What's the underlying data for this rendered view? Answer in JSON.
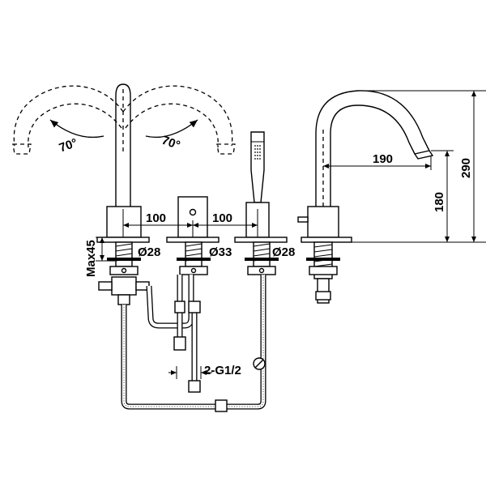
{
  "dimensions": {
    "angle_left": "70°",
    "angle_right": "70°",
    "spacing_left": "100",
    "spacing_right": "100",
    "max_deck": "Max45",
    "hole_left": "Ø28",
    "hole_center": "Ø33",
    "hole_right": "Ø28",
    "connection": "2-G1/2",
    "spout_reach": "190",
    "spout_height": "180",
    "total_height": "290"
  }
}
